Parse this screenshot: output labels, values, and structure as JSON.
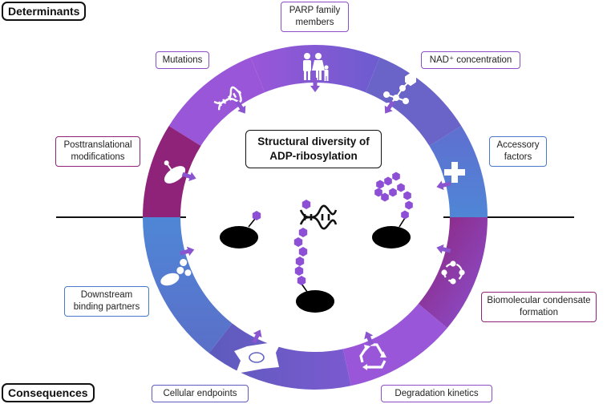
{
  "header": {
    "determinants_label": "Determinants",
    "consequences_label": "Consequences"
  },
  "center": {
    "title_line1": "Structural diversity of",
    "title_line2": "ADP-ribosylation"
  },
  "determinants": [
    {
      "line1": "PARP family",
      "line2": "members",
      "icon": "family-icon"
    },
    {
      "line1": "Mutations",
      "line2": "",
      "icon": "dna-icon"
    },
    {
      "line1": "NAD⁺ concentration",
      "line2": "",
      "icon": "molecule-icon"
    },
    {
      "line1": "Posttranslational",
      "line2": "modifications",
      "icon": "modified-protein-icon"
    },
    {
      "line1": "Accessory",
      "line2": "factors",
      "icon": "plus-icon"
    }
  ],
  "consequences": [
    {
      "line1": "Downstream",
      "line2": "binding partners",
      "icon": "binding-partner-icon"
    },
    {
      "line1": "Biomolecular condensate",
      "line2": "formation",
      "icon": "condensate-icon"
    },
    {
      "line1": "Cellular endpoints",
      "line2": "",
      "icon": "cell-icon"
    },
    {
      "line1": "Degradation kinetics",
      "line2": "",
      "icon": "recycle-icon"
    }
  ],
  "colors": {
    "ring_purple": "#7d47d1",
    "ring_violet": "#9a56d8",
    "ring_slate": "#6a63c8",
    "ring_blue": "#4f86d6",
    "ring_magenta": "#8e2379",
    "ring_indigo": "#5d5bbd",
    "arrow": "#8b55cf",
    "hexagon": "#8c4fd6",
    "protein": "#000000"
  }
}
